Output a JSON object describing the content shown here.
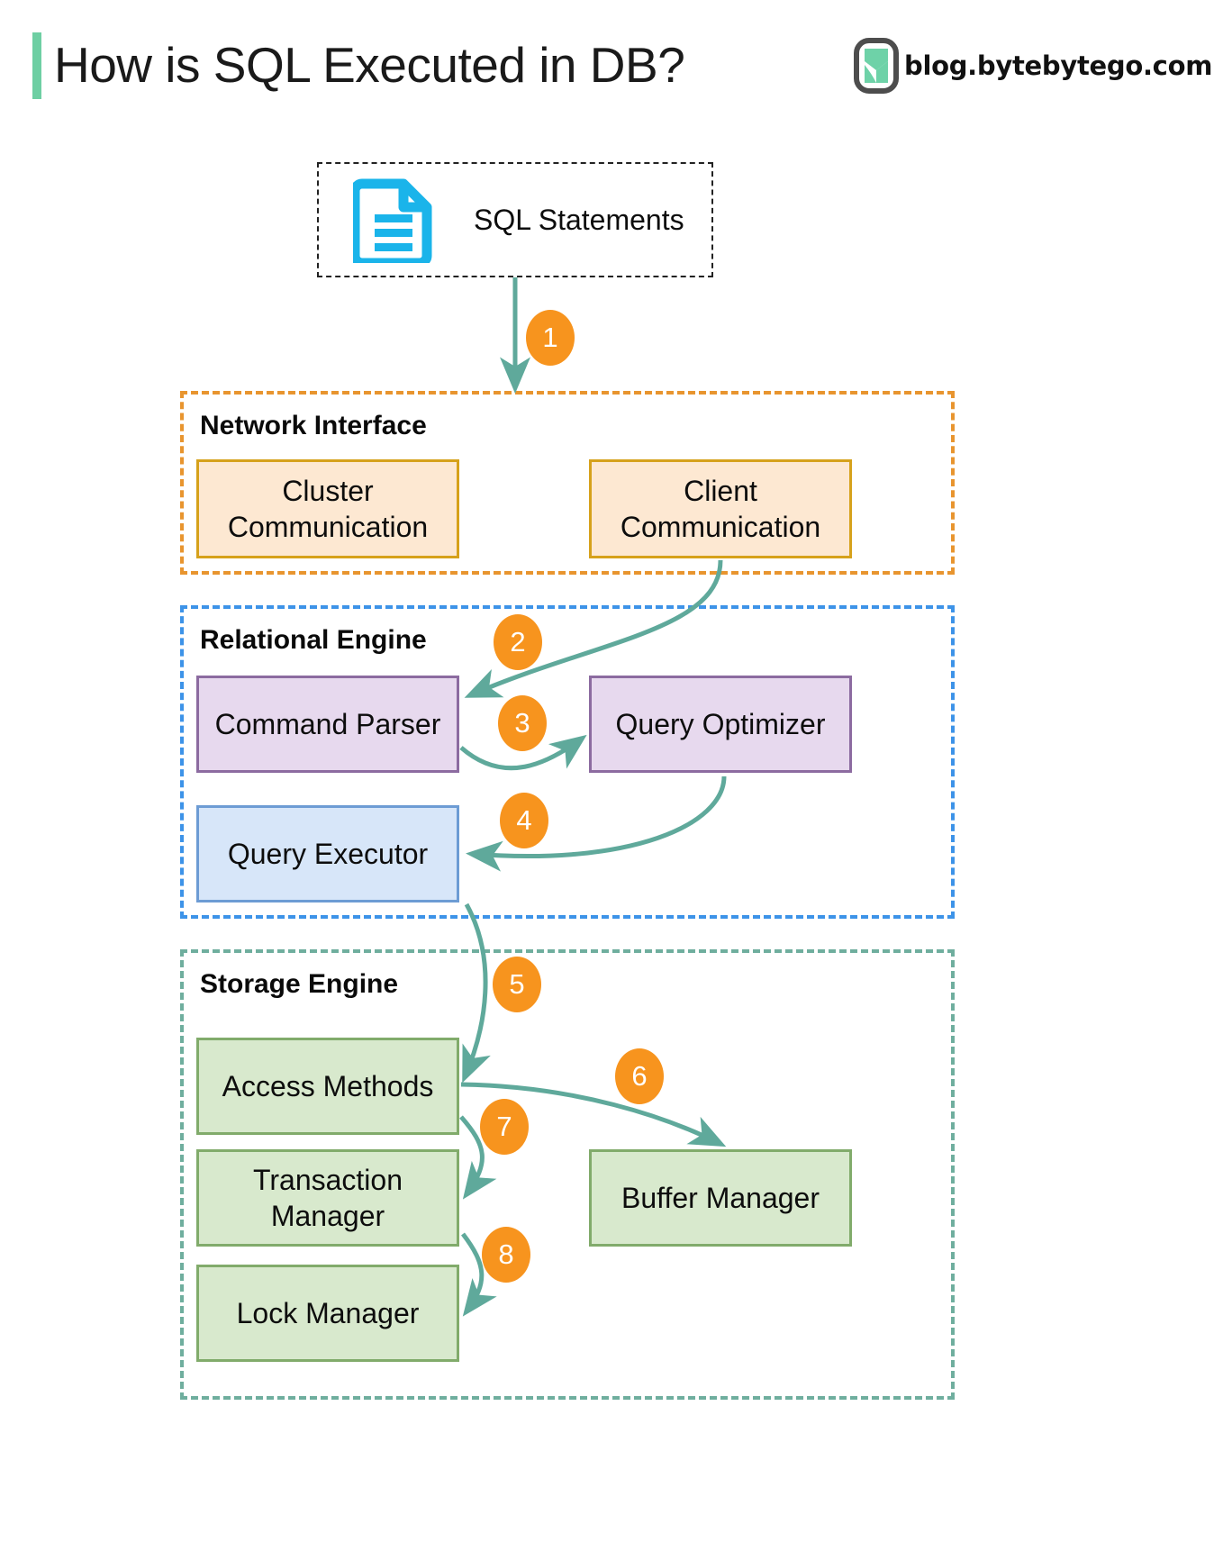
{
  "header": {
    "title": "How is SQL Executed in DB?",
    "accent_color": "#6ecfa3",
    "brand_url": "blog.bytebytego.com",
    "brand_logo_icon": "bytebytego-logo-icon"
  },
  "source": {
    "label": "SQL Statements",
    "icon": "document-icon",
    "icon_color": "#1ab4ea",
    "border_style": "dashed",
    "border_color": "#222222"
  },
  "groups": [
    {
      "id": "network-interface",
      "title": "Network Interface",
      "border_color": "#e8952f",
      "nodes": [
        {
          "id": "cluster-communication",
          "label": "Cluster\nCommunication",
          "fill": "#fde8d2",
          "stroke": "#d6a11b"
        },
        {
          "id": "client-communication",
          "label": "Client\nCommunication",
          "fill": "#fde8d2",
          "stroke": "#d6a11b"
        }
      ]
    },
    {
      "id": "relational-engine",
      "title": "Relational Engine",
      "border_color": "#3d93e8",
      "nodes": [
        {
          "id": "command-parser",
          "label": "Command Parser",
          "fill": "#e7d9ee",
          "stroke": "#8c6ba0"
        },
        {
          "id": "query-optimizer",
          "label": "Query Optimizer",
          "fill": "#e7d9ee",
          "stroke": "#8c6ba0"
        },
        {
          "id": "query-executor",
          "label": "Query Executor",
          "fill": "#d7e6f9",
          "stroke": "#6d9cd4"
        }
      ]
    },
    {
      "id": "storage-engine",
      "title": "Storage Engine",
      "border_color": "#6fae9e",
      "nodes": [
        {
          "id": "access-methods",
          "label": "Access Methods",
          "fill": "#d8e9cd",
          "stroke": "#81ab6b"
        },
        {
          "id": "transaction-manager",
          "label": "Transaction\nManager",
          "fill": "#d8e9cd",
          "stroke": "#81ab6b"
        },
        {
          "id": "lock-manager",
          "label": "Lock Manager",
          "fill": "#d8e9cd",
          "stroke": "#81ab6b"
        },
        {
          "id": "buffer-manager",
          "label": "Buffer Manager",
          "fill": "#d8e9cd",
          "stroke": "#81ab6b"
        }
      ]
    }
  ],
  "steps": [
    {
      "number": "1",
      "from": "SQL Statements",
      "to": "Network Interface"
    },
    {
      "number": "2",
      "from": "Client Communication",
      "to": "Command Parser"
    },
    {
      "number": "3",
      "from": "Command Parser",
      "to": "Query Optimizer"
    },
    {
      "number": "4",
      "from": "Query Optimizer",
      "to": "Query Executor"
    },
    {
      "number": "5",
      "from": "Query Executor",
      "to": "Access Methods"
    },
    {
      "number": "6",
      "from": "Access Methods",
      "to": "Buffer Manager"
    },
    {
      "number": "7",
      "from": "Access Methods",
      "to": "Transaction Manager"
    },
    {
      "number": "8",
      "from": "Transaction Manager",
      "to": "Lock Manager"
    }
  ],
  "colors": {
    "arrow": "#5fa99b",
    "badge": "#f7941e",
    "badge_text": "#ffffff"
  }
}
